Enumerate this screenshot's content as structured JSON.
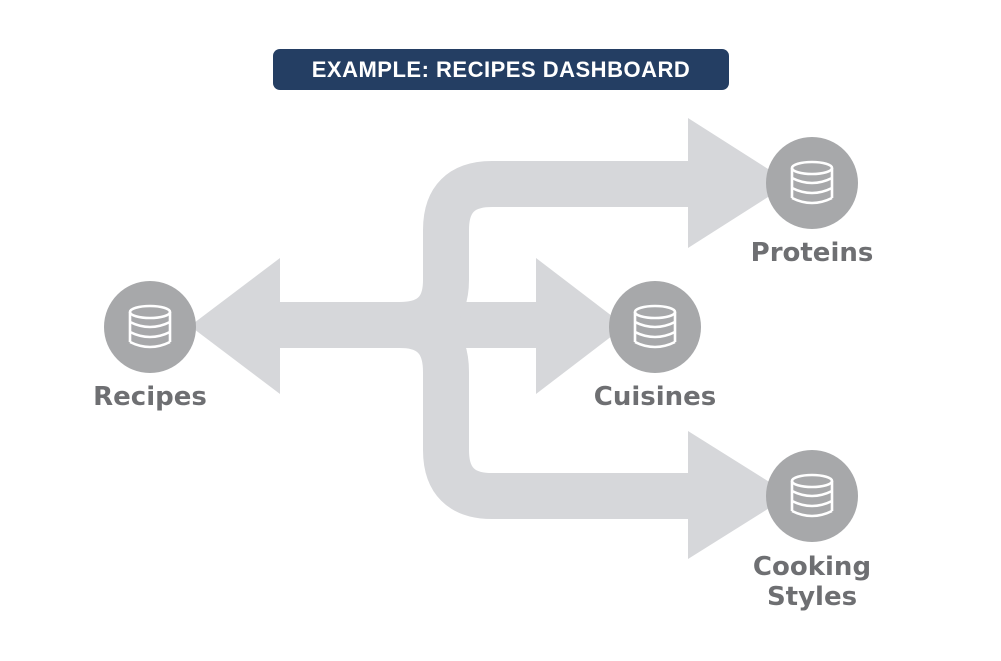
{
  "title": "EXAMPLE: RECIPES DASHBOARD",
  "nodes": {
    "recipes": {
      "label": "Recipes",
      "icon": "database-icon"
    },
    "cuisines": {
      "label": "Cuisines",
      "icon": "database-icon"
    },
    "proteins": {
      "label": "Proteins",
      "icon": "database-icon"
    },
    "cooking_styles": {
      "label": "Cooking\nStyles",
      "icon": "database-icon"
    }
  },
  "edges": [
    {
      "from": "Recipes",
      "to": "Proteins"
    },
    {
      "from": "Recipes",
      "to": "Cuisines"
    },
    {
      "from": "Recipes",
      "to": "Cooking Styles"
    }
  ],
  "colors": {
    "title_bg": "#243e63",
    "title_text": "#ffffff",
    "arrow": "#d6d7da",
    "node_circle": "#a7a8aa",
    "icon_stroke": "#ffffff",
    "label_text": "#6e6f72"
  }
}
